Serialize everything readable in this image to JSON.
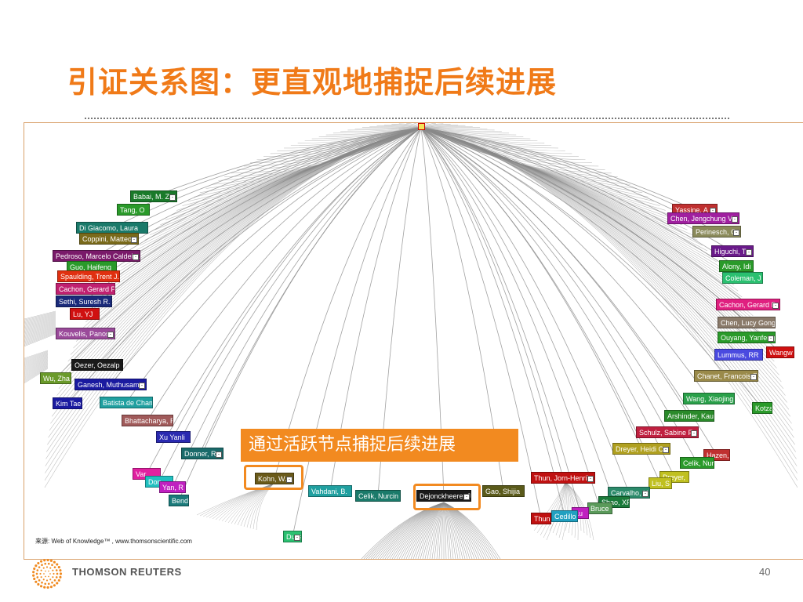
{
  "slide": {
    "title": "引证关系图：更直观地捕捉后续进展",
    "callout": "通过活跃节点捕捉后续进展",
    "source": "来源: Web of Knowledge™ , www.thomsonscientific.com",
    "brand": "THOMSON REUTERS",
    "page_number": "40"
  },
  "colors": {
    "accent": "#f07a18",
    "edge": "#8a8a8a"
  },
  "nodes": [
    {
      "label": "Babai, M. Z.",
      "color": "#1a7a2a",
      "plus": true
    },
    {
      "label": "Tang, O",
      "color": "#2a9a2a",
      "plus": false
    },
    {
      "label": "Di Giacomo, Laura",
      "color": "#1a7a6a",
      "plus": false
    },
    {
      "label": "Coppini, Matteo",
      "color": "#7a6a1a",
      "plus": true
    },
    {
      "label": "Pedroso, Marcelo Caldeira",
      "color": "#7a1a6a",
      "plus": true
    },
    {
      "label": "Guo, Haifeng",
      "color": "#2a9a2a",
      "plus": false
    },
    {
      "label": "Spaulding, Trent J.",
      "color": "#e03010",
      "plus": false
    },
    {
      "label": "Cachon, Gerard P.",
      "color": "#c02070",
      "plus": false
    },
    {
      "label": "Sethi, Suresh R.",
      "color": "#1a2a7a",
      "plus": false
    },
    {
      "label": "Lu, YJ",
      "color": "#d01010",
      "plus": false
    },
    {
      "label": "Kouvelis, Panos",
      "color": "#9a4a9a",
      "plus": true
    },
    {
      "label": "Oezer, Oezalp",
      "color": "#1a1a1a",
      "plus": false
    },
    {
      "label": "Wu, Zha",
      "color": "#6a9a2a",
      "plus": false
    },
    {
      "label": "Ganesh, Muthusamy",
      "color": "#1a1aa0",
      "plus": true
    },
    {
      "label": "Kim Tae",
      "color": "#1a1aa0",
      "plus": false
    },
    {
      "label": "Batista de Cham",
      "color": "#20a0a0",
      "plus": false
    },
    {
      "label": "Bhattacharya, R",
      "color": "#a05a5a",
      "plus": false
    },
    {
      "label": "Xu Yanli",
      "color": "#2a2ab0",
      "plus": false
    },
    {
      "label": "Donner, R.",
      "color": "#1a6a6a",
      "plus": true
    },
    {
      "label": "Var",
      "color": "#e020a0",
      "plus": false
    },
    {
      "label": "Don",
      "color": "#20c0c0",
      "plus": false
    },
    {
      "label": "Yan, R",
      "color": "#c020c0",
      "plus": false
    },
    {
      "label": "Bend",
      "color": "#1a7a7a",
      "plus": false
    },
    {
      "label": "Kohn, W.",
      "color": "#6a5a1a",
      "plus": true
    },
    {
      "label": "Vahdani, B.",
      "color": "#20a0a0",
      "plus": false
    },
    {
      "label": "Celik, Nurcin",
      "color": "#1a7a6a",
      "plus": false
    },
    {
      "label": "Dejonckheere, J.",
      "color": "#1a1a1a",
      "plus": true
    },
    {
      "label": "Gao, Shijia",
      "color": "#5a5a1a",
      "plus": false
    },
    {
      "label": "Dutta",
      "color": "#2ac070",
      "plus": true
    },
    {
      "label": "Yassine, A",
      "color": "#c03030",
      "plus": true
    },
    {
      "label": "Chen, Jengchung V",
      "color": "#a020a0",
      "plus": true
    },
    {
      "label": "Perinesch, C",
      "color": "#8a8a5a",
      "plus": true
    },
    {
      "label": "Higuchi, T",
      "color": "#6a1a8a",
      "plus": true
    },
    {
      "label": "Alony, Idi",
      "color": "#2a9a2a",
      "plus": false
    },
    {
      "label": "Coleman, J",
      "color": "#2ac070",
      "plus": false
    },
    {
      "label": "Cachon, Gerard P.",
      "color": "#e02080",
      "plus": true
    },
    {
      "label": "Chen, Lucy Gongt",
      "color": "#8a7a6a",
      "plus": false
    },
    {
      "label": "Ouyang, Yanfeng",
      "color": "#2a9a2a",
      "plus": true
    },
    {
      "label": "Lummus, RR",
      "color": "#4a4ae0",
      "plus": false
    },
    {
      "label": "Wangw",
      "color": "#d01010",
      "plus": false
    },
    {
      "label": "Chanet, Francois F",
      "color": "#9a8a4a",
      "plus": true
    },
    {
      "label": "Wang, Xiaojing",
      "color": "#2aa04a",
      "plus": false
    },
    {
      "label": "Kotza",
      "color": "#2a9a2a",
      "plus": false
    },
    {
      "label": "Arshinder, Kaur",
      "color": "#2a8a2a",
      "plus": false
    },
    {
      "label": "Schulz, Sabine F.",
      "color": "#c02040",
      "plus": true
    },
    {
      "label": "Dreyer, Heidi C.",
      "color": "#b0a020",
      "plus": true
    },
    {
      "label": "Hazen,",
      "color": "#c03030",
      "plus": false
    },
    {
      "label": "Celik, Nur",
      "color": "#2a9a2a",
      "plus": false
    },
    {
      "label": "Dreyer,",
      "color": "#c0c020",
      "plus": false
    },
    {
      "label": "Liu, S",
      "color": "#c0c020",
      "plus": false
    },
    {
      "label": "Thun, Jorn-Henrik",
      "color": "#c01010",
      "plus": true
    },
    {
      "label": "Carvalho, H",
      "color": "#2a8a6a",
      "plus": true
    },
    {
      "label": "Shao, XF",
      "color": "#1a7a3a",
      "plus": false
    },
    {
      "label": "Bruce",
      "color": "#5a9a5a",
      "plus": false
    },
    {
      "label": "Lu",
      "color": "#c020c0",
      "plus": false
    },
    {
      "label": "Cedillo",
      "color": "#20a0c0",
      "plus": false
    },
    {
      "label": "Thun",
      "color": "#c01010",
      "plus": false
    }
  ]
}
